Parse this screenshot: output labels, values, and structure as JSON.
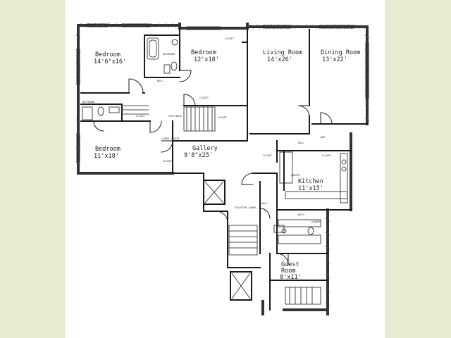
{
  "rooms": {
    "bedroom1": {
      "name": "Bedroom",
      "size": "14'6\"x16'"
    },
    "bedroom2": {
      "name": "Bedroom",
      "size": "12'x18'"
    },
    "living": {
      "name": "Living Room",
      "size": "14'x26'"
    },
    "dining": {
      "name": "Dining Room",
      "size": "13'x22'"
    },
    "bedroom3": {
      "name": "Bedroom",
      "size": "11'x18'"
    },
    "gallery": {
      "name": "Gallery",
      "size": "9'8\"x25'"
    },
    "kitchen": {
      "name": "Kitchen",
      "size": "11'x15'"
    },
    "guest": {
      "name": "Guest",
      "name2": "Room",
      "size": "8'x11'"
    }
  },
  "small_labels": {
    "bathroom_a": "BATHROOM",
    "bathroom_b": "BATHROOM",
    "closet_a": "CLOSET",
    "closet_b": "CLOSET",
    "closet_c": "CLOSET",
    "closet_d": "CLOSET",
    "closet_e": "CLOSET",
    "closet_f": "CLOSET",
    "closet_g": "CLOSET",
    "hall_a": "HALL",
    "hall_b": "HALL",
    "hall_c": "HALL",
    "vestibule": "VESTIBULE",
    "linen_closet": "LINEN CLOSET",
    "elevator_lobby": "ELEVATOR LOBBY",
    "pantry": "PANTRY",
    "bar": "BAR",
    "guest_bath": "BATH",
    "laundry": "LAUNDRY"
  }
}
